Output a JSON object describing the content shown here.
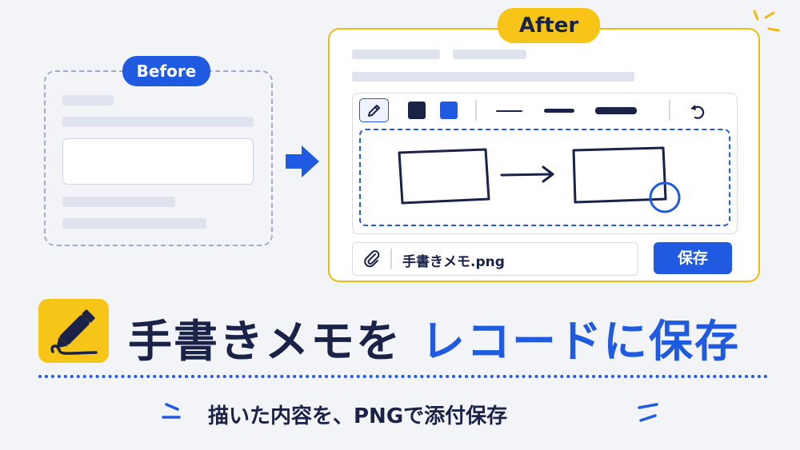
{
  "before": {
    "badge": "Before"
  },
  "after": {
    "badge": "After",
    "file_name": "手書きメモ.png",
    "save_label": "保存"
  },
  "colors": {
    "accent_blue": "#1f5ae0",
    "accent_yellow": "#f7c418",
    "navy": "#1a2347",
    "swatch_navy": "#1a2347",
    "swatch_blue": "#1f5ae0"
  },
  "icons": [
    "pencil-icon",
    "undo-icon",
    "paperclip-icon",
    "arrow-right-icon",
    "pen-signature-icon"
  ],
  "headline": {
    "part1": "手書きメモを",
    "part2": "レコードに保存"
  },
  "subtitle": "描いた内容を、PNGで添付保存"
}
